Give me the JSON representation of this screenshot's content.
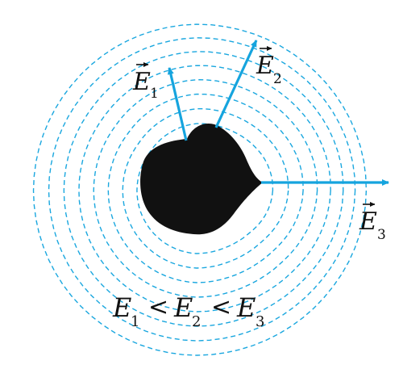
{
  "colors": {
    "field_line": "#1aa7df",
    "vector": "#15a4de",
    "conductor": "#111111",
    "text": "#111111",
    "background": "#ffffff"
  },
  "labels": {
    "e1": {
      "letter": "E",
      "sub": "1"
    },
    "e2": {
      "letter": "E",
      "sub": "2"
    },
    "e3": {
      "letter": "E",
      "sub": "3"
    }
  },
  "relation": {
    "e1": {
      "letter": "E",
      "sub": "1"
    },
    "op1": "<",
    "e2": {
      "letter": "E",
      "sub": "2"
    },
    "op2": "<",
    "e3": {
      "letter": "E",
      "sub": "3"
    }
  },
  "equipotential_line_count": 8
}
